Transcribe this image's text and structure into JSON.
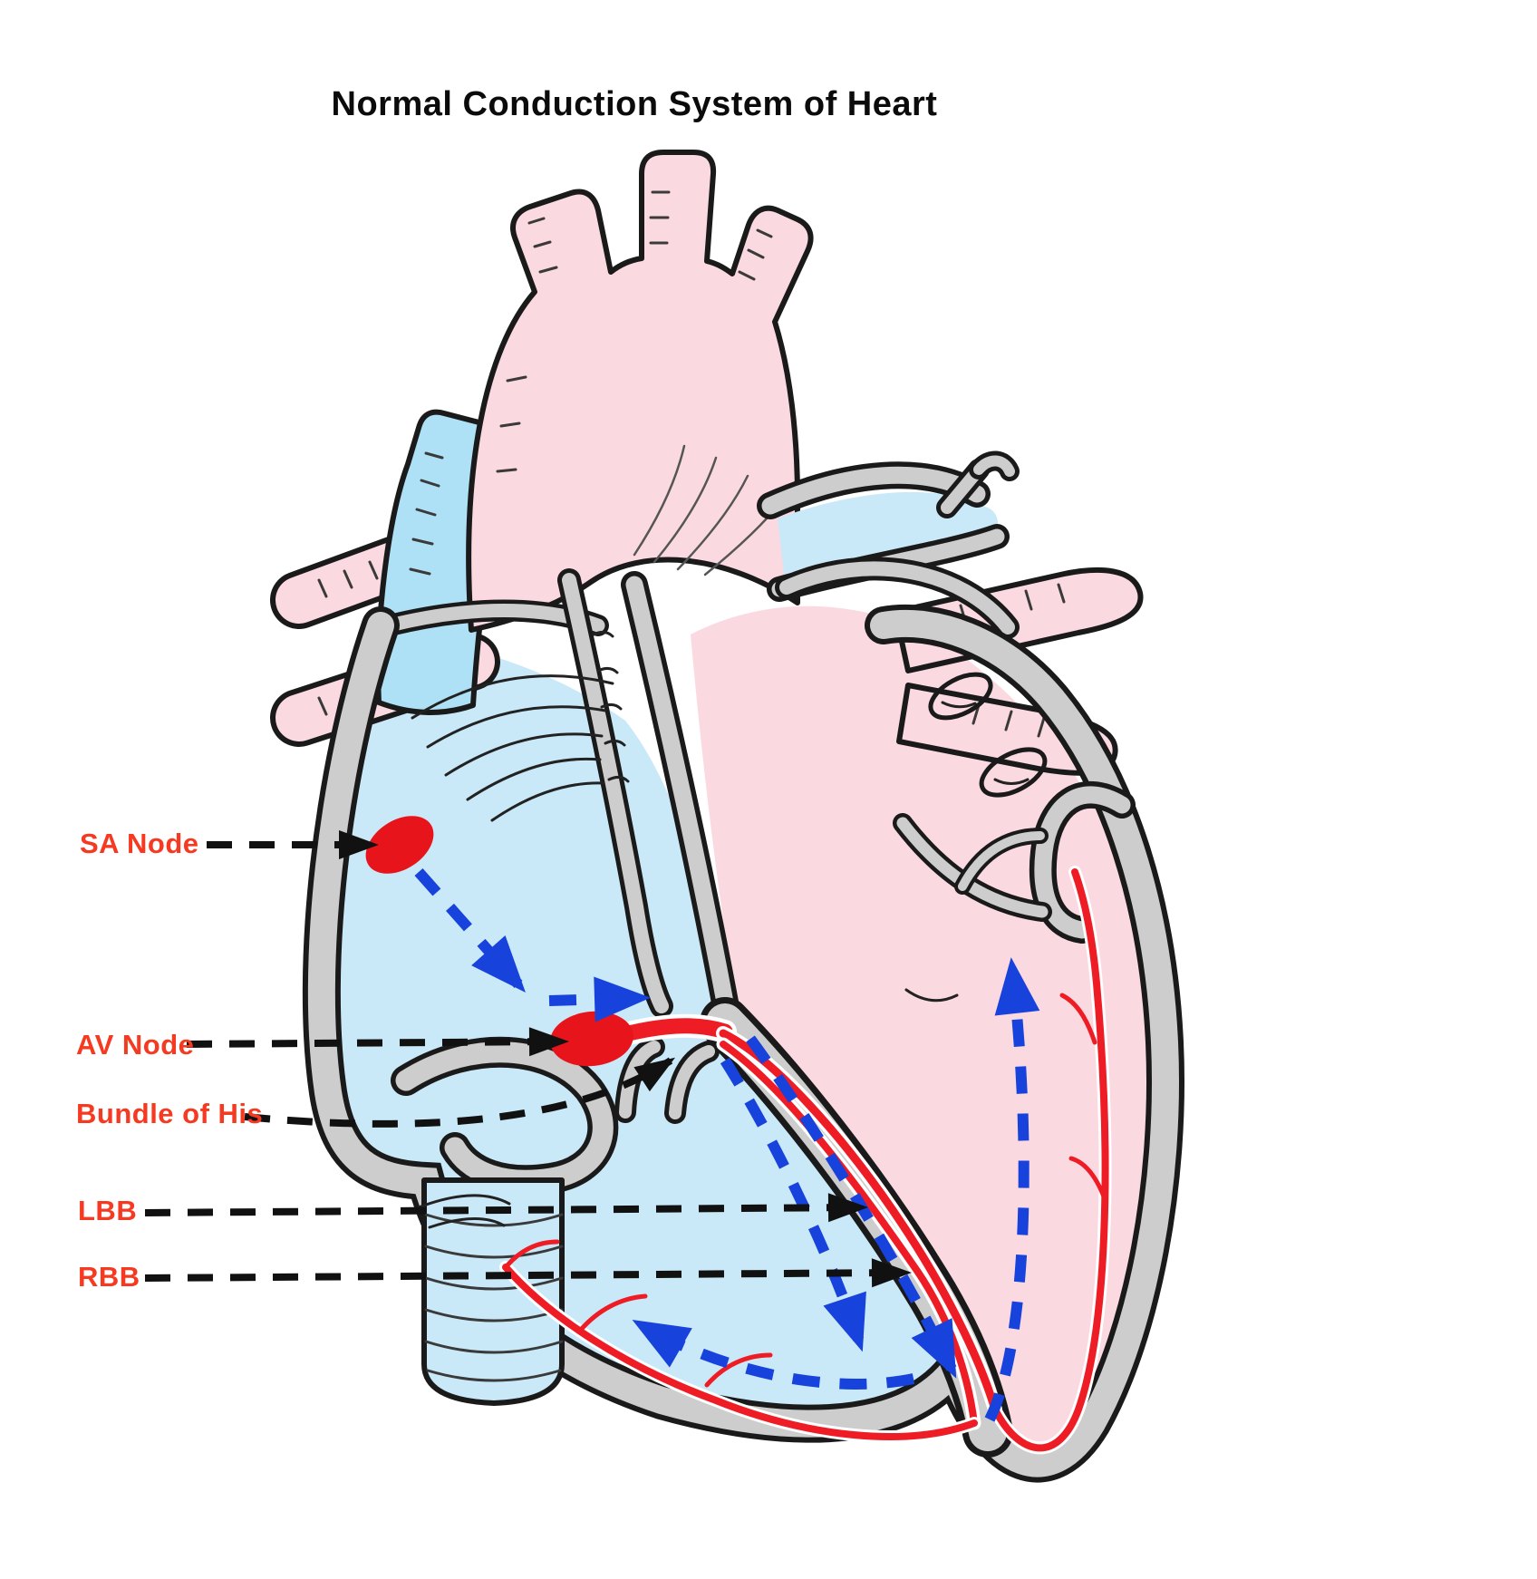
{
  "title": "Normal Conduction System of Heart",
  "labels": [
    {
      "id": "sa-node",
      "text": "SA Node"
    },
    {
      "id": "av-node",
      "text": "AV Node"
    },
    {
      "id": "bundle-of-his",
      "text": "Bundle of His"
    },
    {
      "id": "lbb",
      "text": "LBB"
    },
    {
      "id": "rbb",
      "text": "RBB"
    }
  ],
  "colors": {
    "label-red": "#F63A21",
    "node-red": "#E8141B",
    "pathway-red": "#EE1C25",
    "arrow-blue": "#1742DC",
    "leader-black": "#111111",
    "chamber-blue": "#C9E9F8",
    "vessel-blue": "#AEE0F6",
    "chamber-pink": "#FBD9E1",
    "wall-gray": "#CDCDCD",
    "outline-black": "#1A1A1A",
    "background": "#FFFFFF"
  }
}
